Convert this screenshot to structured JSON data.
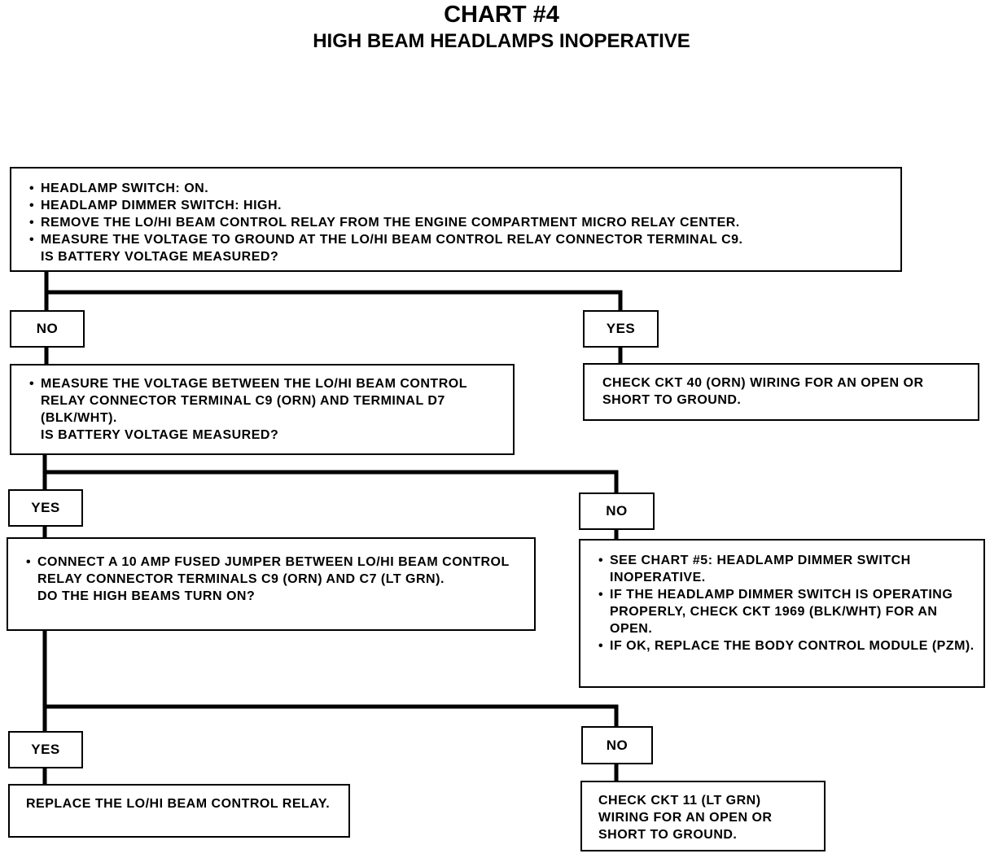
{
  "title": "CHART #4",
  "subtitle": "HIGH BEAM HEADLAMPS INOPERATIVE",
  "step1": {
    "bullets": [
      "HEADLAMP SWITCH: ON.",
      "HEADLAMP DIMMER SWITCH: HIGH.",
      "REMOVE THE LO/HI BEAM CONTROL RELAY FROM THE ENGINE COMPARTMENT MICRO RELAY CENTER.",
      "MEASURE THE VOLTAGE TO GROUND AT THE LO/HI BEAM CONTROL RELAY CONNECTOR TERMINAL C9."
    ],
    "question": "IS BATTERY VOLTAGE MEASURED?"
  },
  "step1_no_label": "NO",
  "step1_yes_label": "YES",
  "step1_yes_result": "CHECK CKT 40 (ORN) WIRING FOR AN OPEN OR SHORT TO GROUND.",
  "step2": {
    "bullets": [
      "MEASURE THE VOLTAGE BETWEEN THE LO/HI BEAM CONTROL RELAY CONNECTOR TERMINAL C9 (ORN) AND TERMINAL D7 (BLK/WHT)."
    ],
    "question": "IS BATTERY VOLTAGE MEASURED?"
  },
  "step2_yes_label": "YES",
  "step2_no_label": "NO",
  "step2_no_result": {
    "bullets": [
      "SEE CHART #5: HEADLAMP DIMMER SWITCH INOPERATIVE.",
      "IF THE HEADLAMP DIMMER SWITCH IS OPERATING PROPERLY, CHECK CKT 1969 (BLK/WHT) FOR AN OPEN.",
      "IF OK, REPLACE THE BODY CONTROL MODULE (PZM)."
    ]
  },
  "step3": {
    "bullets": [
      "CONNECT A 10 AMP FUSED JUMPER BETWEEN LO/HI BEAM CONTROL RELAY CONNECTOR TERMINALS C9 (ORN) AND C7 (LT GRN)."
    ],
    "question": "DO THE HIGH BEAMS TURN ON?"
  },
  "step3_yes_label": "YES",
  "step3_no_label": "NO",
  "step3_yes_result": "REPLACE THE LO/HI BEAM CONTROL RELAY.",
  "step3_no_result": "CHECK CKT 11 (LT GRN) WIRING FOR AN OPEN OR SHORT TO GROUND."
}
